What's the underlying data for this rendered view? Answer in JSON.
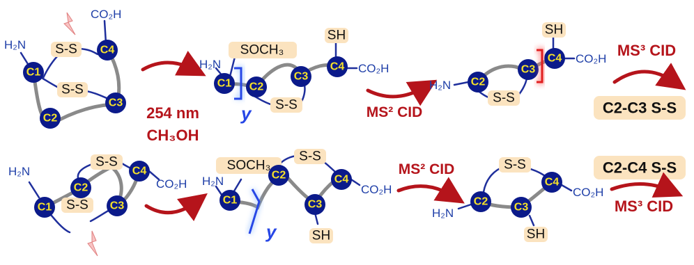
{
  "nodes": {
    "c1": "C1",
    "c2": "C2",
    "c3": "C3",
    "c4": "C4"
  },
  "groups": {
    "amine": "H₂N",
    "acid": "CO₂H",
    "thiol": "SH",
    "sulfoxide": "SOCH₃"
  },
  "ss_label": "S-S",
  "fragment_label": "y",
  "uv_conditions": {
    "wavelength": "254 nm",
    "solvent": "CH₃OH"
  },
  "steps": {
    "ms2": "MS² CID",
    "ms3": "MS³ CID"
  },
  "results": {
    "top": "C2-C3 S-S",
    "bottom": "C2-C4 S-S"
  },
  "colors": {
    "node_fill": "#0b1a8a",
    "node_text": "#f5e12a",
    "arrow": "#b5141b",
    "backbone": "#8a8a8a",
    "highlight": "#fbe3bf",
    "cleavage": "#2747e6"
  }
}
